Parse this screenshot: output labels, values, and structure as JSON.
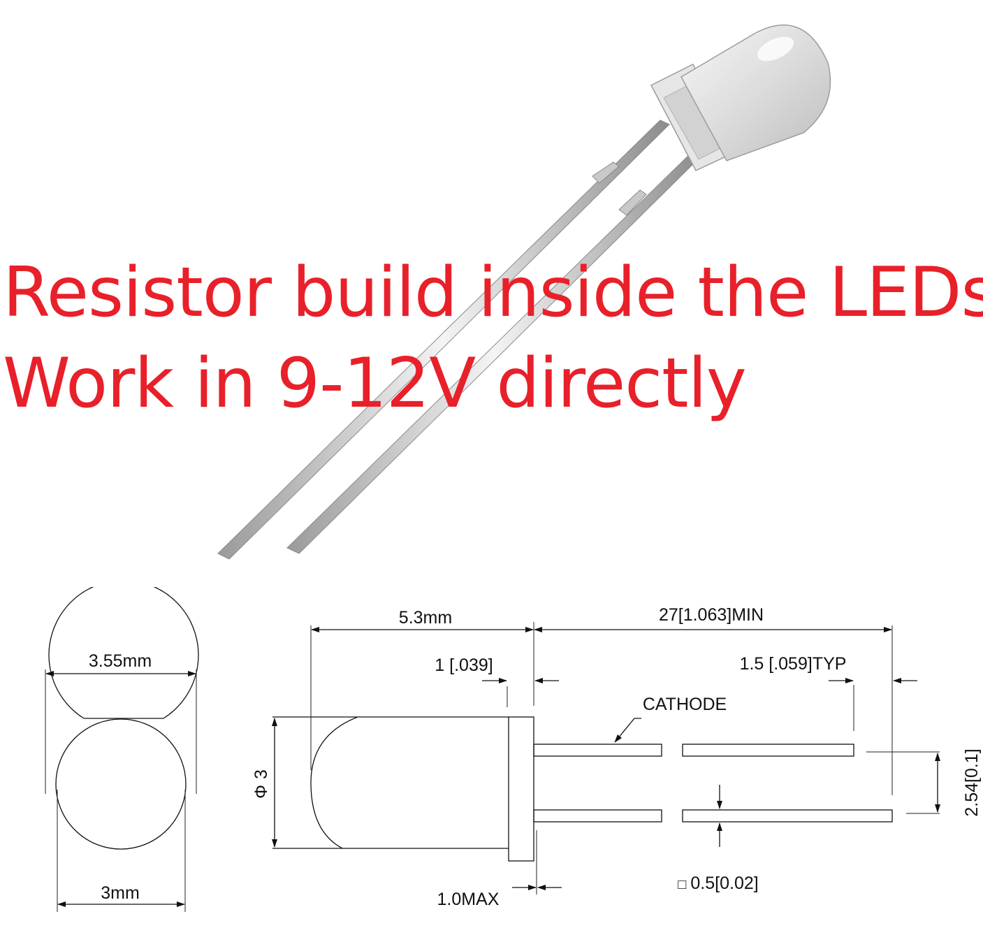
{
  "headline": {
    "line1": "Resistor build inside the LEDs.",
    "line2": "Work in 9-12V directly",
    "color": "#e8202a"
  },
  "drawing": {
    "front_view": {
      "outer_diameter": "3.55mm",
      "inner_diameter": "3mm"
    },
    "side_view": {
      "body_length": "5.3mm",
      "lead_length": "27[1.063]MIN",
      "flange_width": "1 [.039]",
      "lead_stub": "1.5 [.059]TYP",
      "cathode_label": "CATHODE",
      "diameter_symbol": "Φ",
      "diameter_value": "3",
      "flange_max": "1.0MAX",
      "lead_square_symbol": "□",
      "lead_square": "0.5[0.02]",
      "lead_spacing": "2.54[0.1]"
    }
  }
}
